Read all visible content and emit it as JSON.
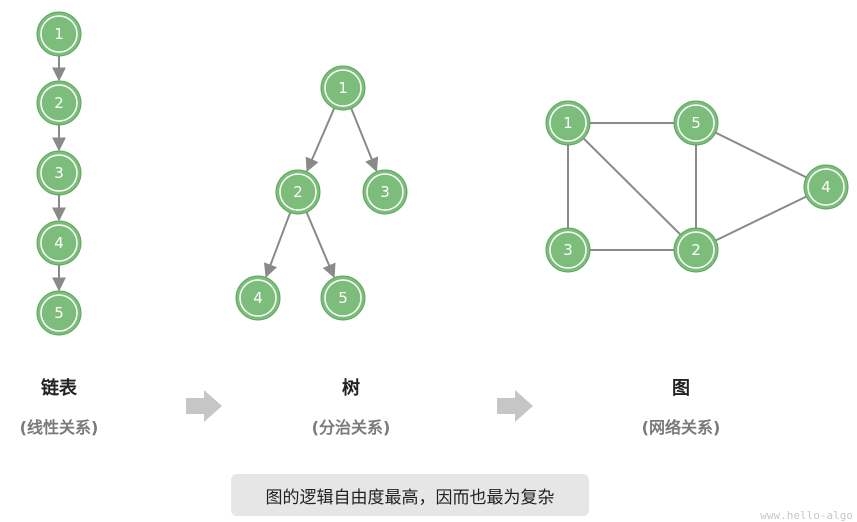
{
  "colors": {
    "node_fill": "#7dbd7c",
    "node_ring": "#ffffff",
    "node_outer": "#5ea85d",
    "edge": "#8a8a8a",
    "arrow_shape": "#c6c6c6"
  },
  "panels": [
    {
      "title": "链表",
      "subtitle": "(线性关系)",
      "nodes": [
        "1",
        "2",
        "3",
        "4",
        "5"
      ],
      "edges": [
        [
          "1",
          "2"
        ],
        [
          "2",
          "3"
        ],
        [
          "3",
          "4"
        ],
        [
          "4",
          "5"
        ]
      ],
      "directed": true
    },
    {
      "title": "树",
      "subtitle": "(分治关系)",
      "nodes": [
        "1",
        "2",
        "3",
        "4",
        "5"
      ],
      "edges": [
        [
          "1",
          "2"
        ],
        [
          "1",
          "3"
        ],
        [
          "2",
          "4"
        ],
        [
          "2",
          "5"
        ]
      ],
      "directed": true
    },
    {
      "title": "图",
      "subtitle": "(网络关系)",
      "nodes": [
        "1",
        "5",
        "4",
        "3",
        "2"
      ],
      "edges": [
        [
          "1",
          "5"
        ],
        [
          "1",
          "3"
        ],
        [
          "1",
          "2"
        ],
        [
          "5",
          "2"
        ],
        [
          "5",
          "4"
        ],
        [
          "3",
          "2"
        ],
        [
          "2",
          "4"
        ]
      ],
      "directed": false
    }
  ],
  "caption": "图的逻辑自由度最高，因而也最为复杂",
  "watermark": "www.hello-algo"
}
